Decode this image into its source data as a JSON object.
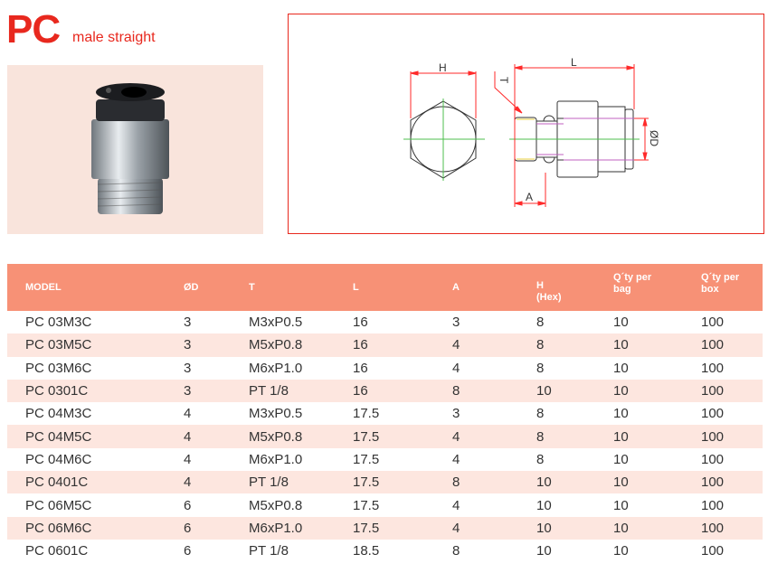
{
  "title": "PC",
  "subtitle": "male straight",
  "drawing_labels": {
    "h": "H",
    "l": "L",
    "t": "T",
    "a": "A",
    "d": "ØD"
  },
  "headers": [
    "MODEL",
    "ØD",
    "T",
    "L",
    "A",
    "H",
    "(Hex)",
    "Q´ty per",
    "bag",
    "Q´ty per",
    "box"
  ],
  "rows": [
    [
      "PC 03M3C",
      "3",
      "M3xP0.5",
      "16",
      "3",
      "8",
      "10",
      "100"
    ],
    [
      "PC 03M5C",
      "3",
      "M5xP0.8",
      "16",
      "4",
      "8",
      "10",
      "100"
    ],
    [
      "PC 03M6C",
      "3",
      "M6xP1.0",
      "16",
      "4",
      "8",
      "10",
      "100"
    ],
    [
      "PC 0301C",
      "3",
      "PT 1/8",
      "16",
      "8",
      "10",
      "10",
      "100"
    ],
    [
      "PC 04M3C",
      "4",
      "M3xP0.5",
      "17.5",
      "3",
      "8",
      "10",
      "100"
    ],
    [
      "PC 04M5C",
      "4",
      "M5xP0.8",
      "17.5",
      "4",
      "8",
      "10",
      "100"
    ],
    [
      "PC 04M6C",
      "4",
      "M6xP1.0",
      "17.5",
      "4",
      "8",
      "10",
      "100"
    ],
    [
      "PC 0401C",
      "4",
      "PT 1/8",
      "17.5",
      "8",
      "10",
      "10",
      "100"
    ],
    [
      "PC 06M5C",
      "6",
      "M5xP0.8",
      "17.5",
      "4",
      "10",
      "10",
      "100"
    ],
    [
      "PC 06M6C",
      "6",
      "M6xP1.0",
      "17.5",
      "4",
      "10",
      "10",
      "100"
    ],
    [
      "PC 0601C",
      "6",
      "PT 1/8",
      "18.5",
      "8",
      "10",
      "10",
      "100"
    ]
  ]
}
